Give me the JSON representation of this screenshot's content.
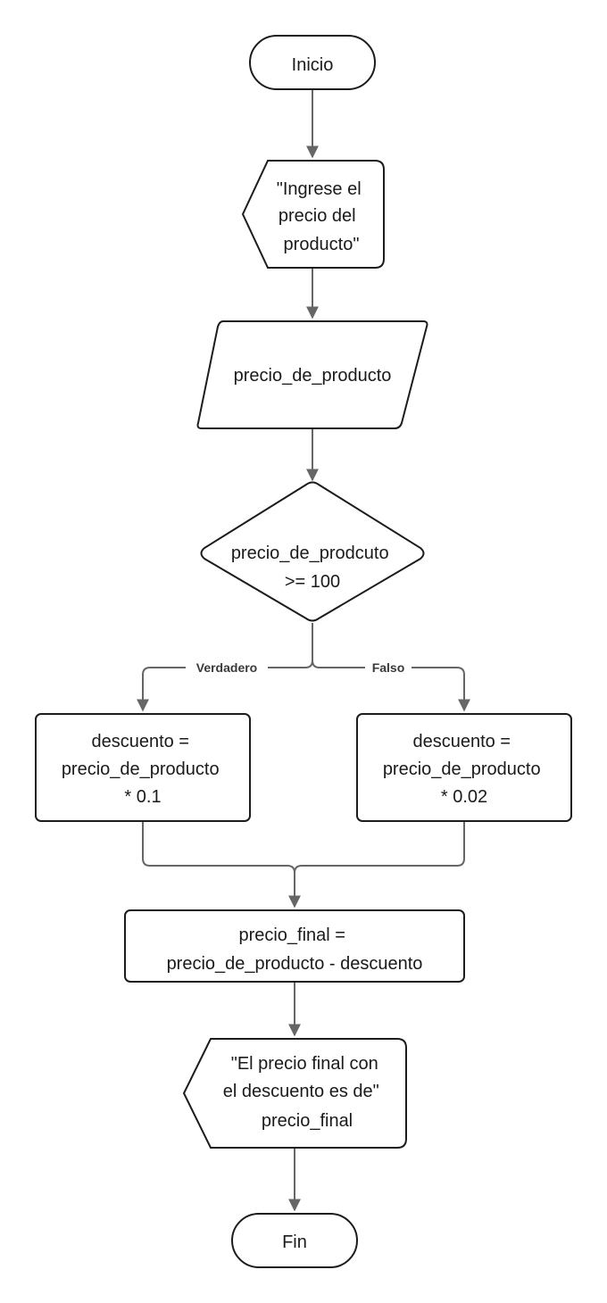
{
  "colors": {
    "node_stroke": "#1c1c1c",
    "node_fill": "#ffffff",
    "edge": "#666666",
    "text": "#1a1a1a"
  },
  "nodes": {
    "start": {
      "shape": "terminator",
      "lines": [
        "Inicio"
      ]
    },
    "prompt_display": {
      "shape": "display",
      "lines": [
        "\"Ingrese el",
        "precio del",
        "producto\""
      ]
    },
    "input": {
      "shape": "data",
      "lines": [
        "precio_de_producto"
      ]
    },
    "decision": {
      "shape": "decision",
      "lines": [
        "precio_de_prodcuto",
        ">= 100"
      ]
    },
    "true_process": {
      "shape": "process",
      "lines": [
        "descuento =",
        "precio_de_producto",
        "* 0.1"
      ]
    },
    "false_process": {
      "shape": "process",
      "lines": [
        "descuento =",
        "precio_de_producto",
        "* 0.02"
      ]
    },
    "final_calc": {
      "shape": "process",
      "lines": [
        "precio_final =",
        "precio_de_producto - descuento"
      ]
    },
    "output_display": {
      "shape": "display",
      "lines": [
        "\"El precio final con",
        "el descuento es de\"",
        "precio_final"
      ]
    },
    "end": {
      "shape": "terminator",
      "lines": [
        "Fin"
      ]
    }
  },
  "edges": {
    "true_label": "Verdadero",
    "false_label": "Falso"
  }
}
